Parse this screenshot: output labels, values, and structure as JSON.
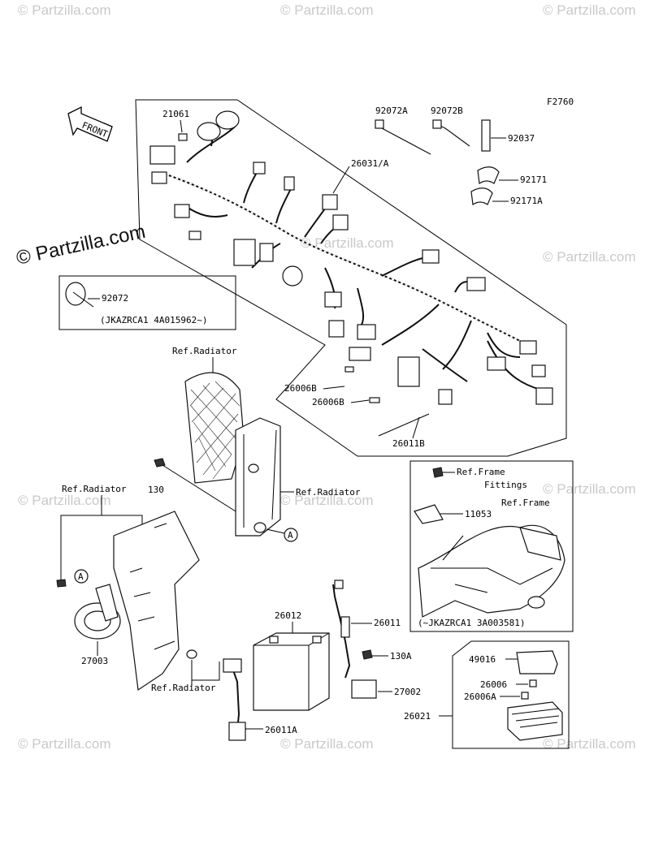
{
  "diagram": {
    "code": "F2760",
    "front_label": "FRONT",
    "watermark": "© Partzilla.com",
    "watermark_main": "© Partzilla.com",
    "callouts": {
      "p21061": "21061",
      "p92072A": "92072A",
      "p92072B": "92072B",
      "p92037": "92037",
      "p26031A": "26031/A",
      "p92171": "92171",
      "p92171A": "92171A",
      "p92072": "92072",
      "serial_note_1": "(JKAZRCA1 4A015962~)",
      "ref_radiator_1": "Ref.Radiator",
      "p26006B": "26006B",
      "p26006B_2": "26006B",
      "p26011B": "26011B",
      "ref_frame_fittings_1": "Ref.Frame",
      "ref_frame_fittings_2": "Fittings",
      "ref_frame": "Ref.Frame",
      "p11053": "11053",
      "ref_radiator_2": "Ref.Radiator",
      "p130": "130",
      "ref_radiator_3": "Ref.Radiator",
      "mark_A1": "A",
      "mark_A2": "A",
      "p26012": "26012",
      "p26011": "26011",
      "p130A": "130A",
      "p27003": "27003",
      "ref_radiator_4": "Ref.Radiator",
      "p27002": "27002",
      "serial_note_2": "(~JKAZRCA1 3A003581)",
      "p49016": "49016",
      "p26006": "26006",
      "p26006A": "26006A",
      "p26021": "26021",
      "p26011A": "26011A"
    }
  }
}
